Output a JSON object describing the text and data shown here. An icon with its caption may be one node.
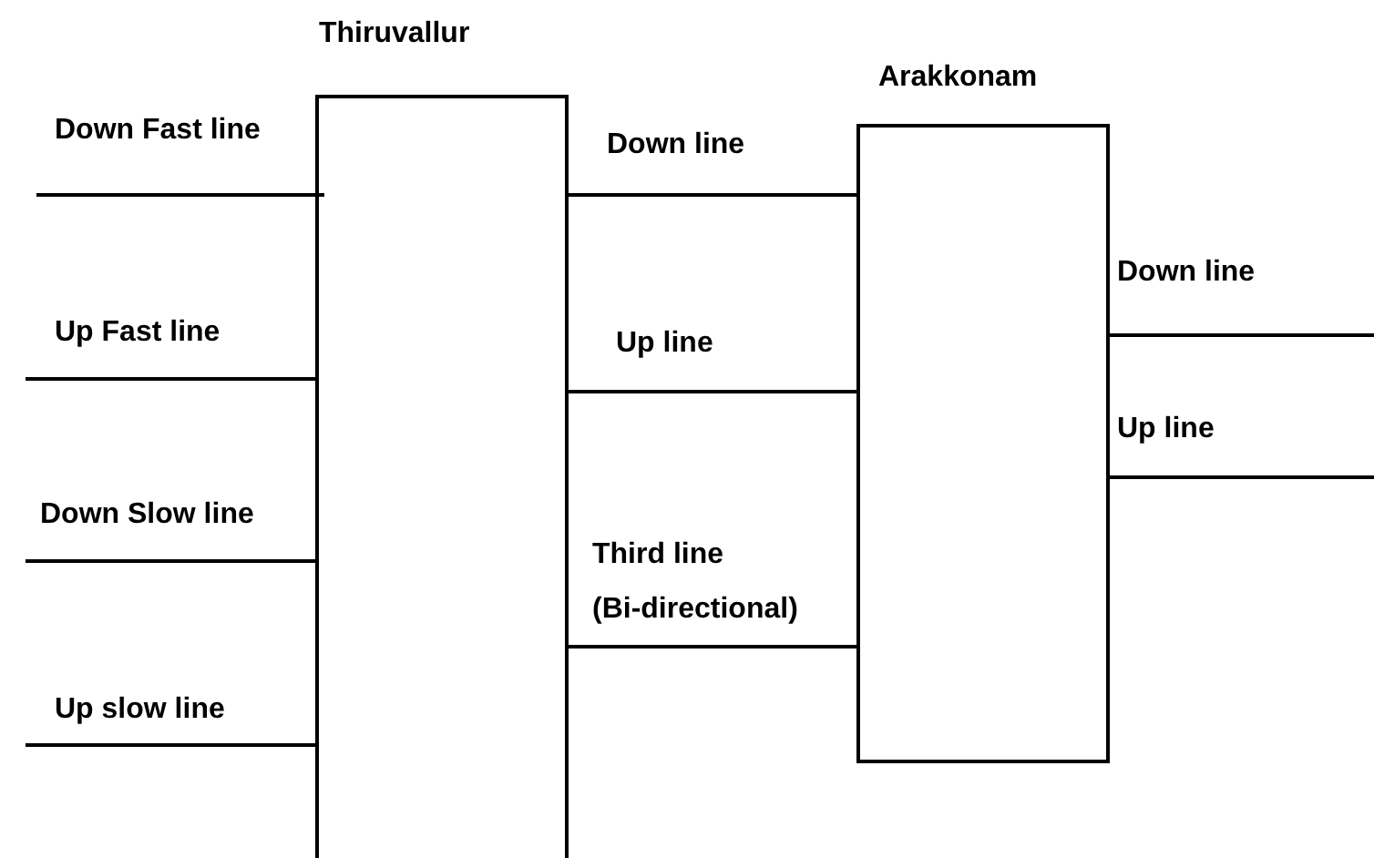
{
  "diagram": {
    "nodes": [
      {
        "text": [
          "Thiruvallur"
        ]
      },
      {
        "text": [
          "Arakkonam"
        ]
      }
    ],
    "edges": [
      {
        "from": null,
        "to": 0,
        "arrow": "none",
        "label": "Down Fast line"
      },
      {
        "from": null,
        "to": 0,
        "arrow": "none",
        "label": "Up Fast line"
      },
      {
        "from": null,
        "to": 0,
        "arrow": "none",
        "label": "Down Slow line"
      },
      {
        "from": null,
        "to": 0,
        "arrow": "none",
        "label": "Up slow line"
      },
      {
        "from": 0,
        "to": 1,
        "arrow": "none",
        "label": "Down line"
      },
      {
        "from": 0,
        "to": 1,
        "arrow": "none",
        "label": "Up line"
      },
      {
        "from": 0,
        "to": 1,
        "arrow": "none",
        "label": "Third line (Bi-directional)"
      },
      {
        "from": 1,
        "to": null,
        "arrow": "none",
        "label": "Down line"
      },
      {
        "from": 1,
        "to": null,
        "arrow": "none",
        "label": "Up line"
      }
    ]
  }
}
